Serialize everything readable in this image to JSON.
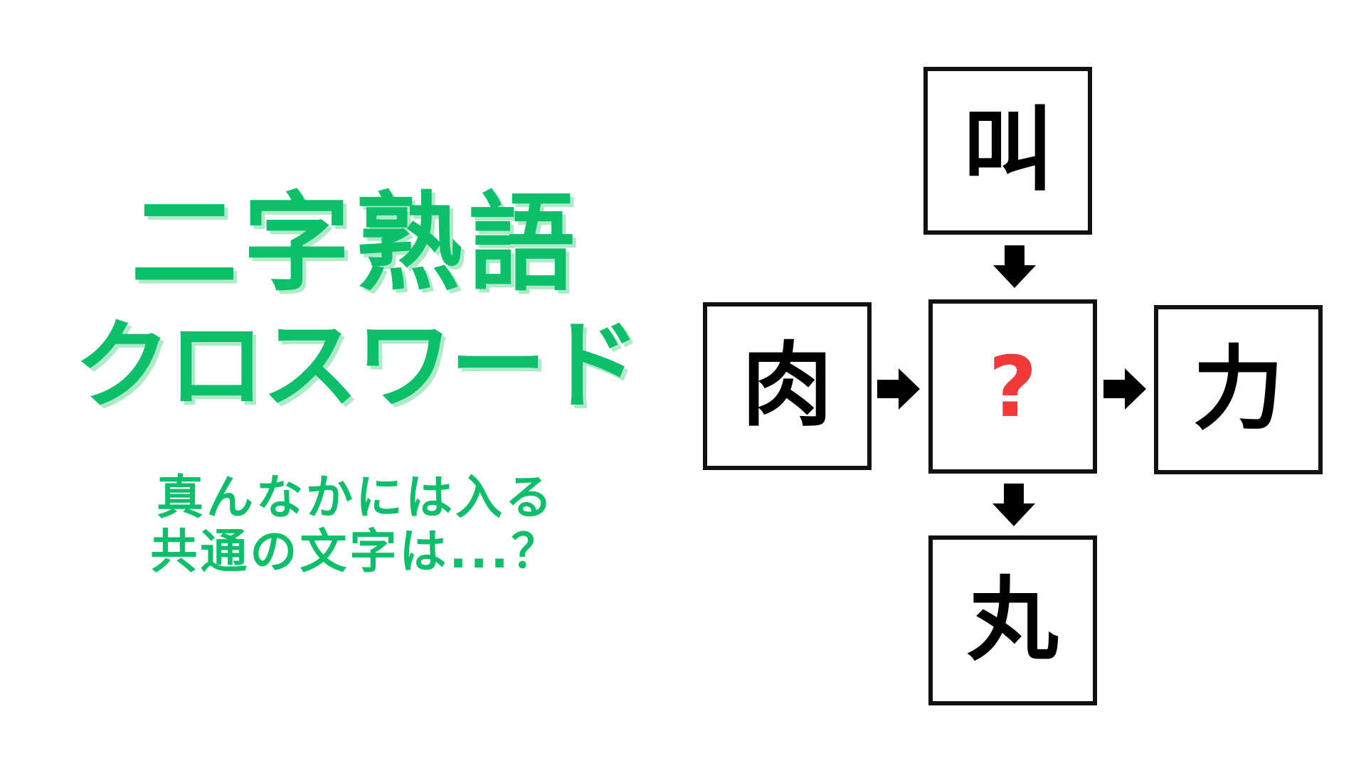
{
  "title": {
    "line1": "二字熟語",
    "line2": "クロスワード"
  },
  "subtitle": {
    "line1": "真んなかには入る",
    "line2": "共通の文字は...？"
  },
  "puzzle": {
    "top": "叫",
    "left": "肉",
    "center": "?",
    "right": "力",
    "bottom": "丸"
  },
  "colors": {
    "accent": "#0dbf6a",
    "accent_shadow": "#aeeac8",
    "question": "#f03a3a",
    "border": "#111111"
  },
  "icons": {
    "arrow": "arrow-icon"
  }
}
